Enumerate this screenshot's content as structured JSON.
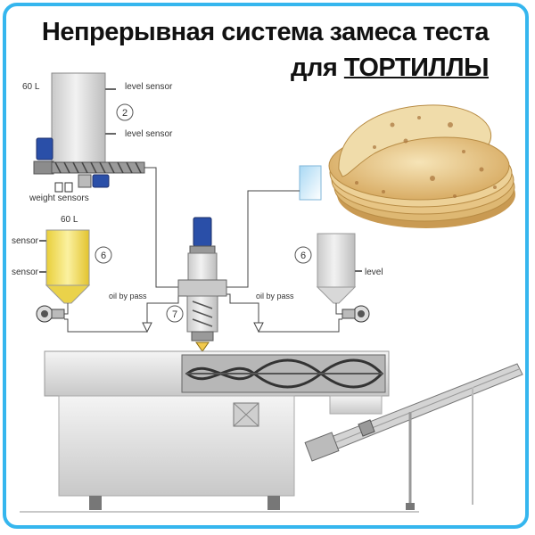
{
  "title": {
    "line1": "Непрерывная система замеса теста",
    "line2_prefix": "для ",
    "line2_emphasis": "ТОРТИЛЛЫ"
  },
  "diagram": {
    "tank_capacity_left": "60 L",
    "tank_capacity_yellow": "60 L",
    "level_sensor_top": "level sensor",
    "level_sensor_bottom": "level sensor",
    "weight_sensors": "weight sensors",
    "sensor_left_top": "sensor",
    "sensor_left_bottom": "sensor",
    "sensor_right_level": "level",
    "oil_bypass_left": "oil by pass",
    "oil_bypass_right": "oil by pass",
    "callout_2": "2",
    "callout_6_left": "6",
    "callout_6_right": "6",
    "callout_7": "7"
  },
  "colors": {
    "frame": "#35b6ee",
    "steel": "#d9d9d9",
    "motor": "#2a4fa8",
    "oil_tank": "#f3e36a",
    "tortilla": "#e8c98c"
  }
}
